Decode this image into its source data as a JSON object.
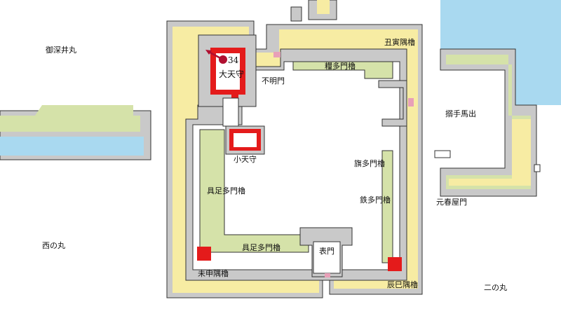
{
  "colors": {
    "moat": "#a9d9f0",
    "stone_wall": "#c9c9c9",
    "yard": "#f7eca3",
    "tamon": "#d5e2a9",
    "keep": "#e41b1b",
    "gate_mark": "#e8a0b8"
  },
  "marker": {
    "number": "34",
    "icon": "location-pin-arrow-icon"
  },
  "labels": {
    "ofukei_maru": "御深井丸",
    "ushitora_sumi_yagura": "丑寅隅櫓",
    "daitenshu": "大天守",
    "fumei_mon": "不明門",
    "kate_tamon_yagura": "糧多門櫓",
    "karamete_umadashi": "搦手馬出",
    "kotenshu": "小天守",
    "hata_tamon_yagura": "旗多門櫓",
    "gusoku_tamon_yagura_1": "具足多門櫓",
    "tetsu_tamon_yagura": "鉄多門櫓",
    "motoharu_yamon": "元春屋門",
    "nishi_no_maru": "西の丸",
    "gusoku_tamon_yagura_2": "具足多門櫓",
    "omote_mon": "表門",
    "hitsujisaru_sumi_yagura": "未申隅櫓",
    "tatsumi_sumi_yagura": "辰巳隅櫓",
    "ni_no_maru": "二の丸"
  }
}
